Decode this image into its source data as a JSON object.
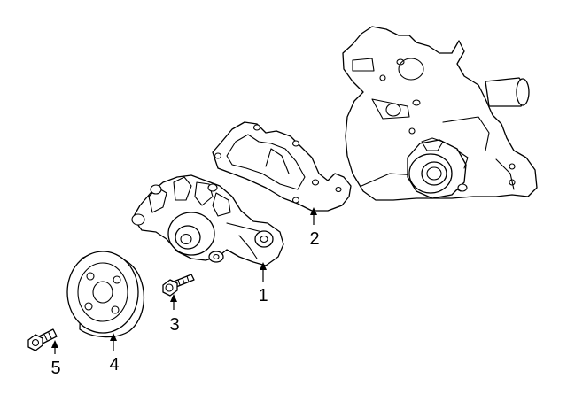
{
  "callouts": [
    {
      "number": "1",
      "part_id": "water-pump"
    },
    {
      "number": "2",
      "part_id": "gasket"
    },
    {
      "number": "3",
      "part_id": "bolt"
    },
    {
      "number": "4",
      "part_id": "pulley"
    },
    {
      "number": "5",
      "part_id": "pulley-bolt"
    }
  ],
  "colors": {
    "line": "#000000",
    "background": "#ffffff"
  }
}
